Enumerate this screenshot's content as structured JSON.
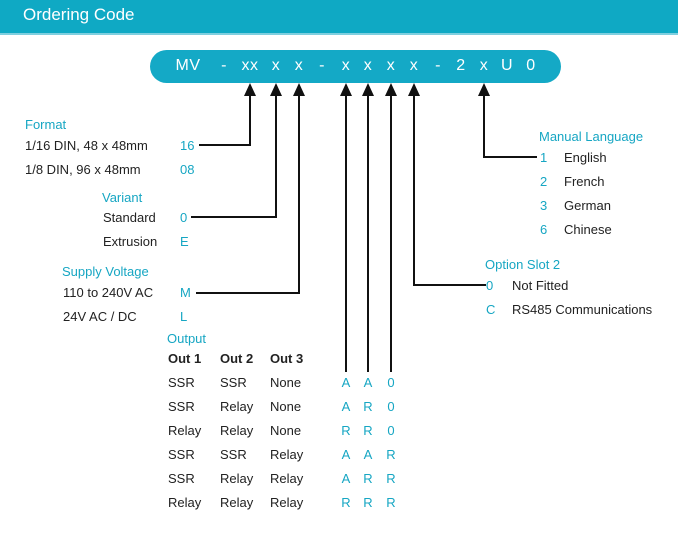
{
  "header": {
    "title": "Ordering Code"
  },
  "code_segments": [
    "MV",
    "-",
    "xx",
    "x",
    "x",
    "-",
    "x",
    "x",
    "x",
    "x",
    "-",
    "2",
    "x",
    "U",
    "0"
  ],
  "format": {
    "heading": "Format",
    "options": [
      {
        "label": "1/16 DIN, 48 x 48mm",
        "code": "16"
      },
      {
        "label": "1/8 DIN, 96 x 48mm",
        "code": "08"
      }
    ]
  },
  "variant": {
    "heading": "Variant",
    "options": [
      {
        "label": "Standard",
        "code": "0"
      },
      {
        "label": "Extrusion",
        "code": "E"
      }
    ]
  },
  "supply_voltage": {
    "heading": "Supply Voltage",
    "options": [
      {
        "label": "110 to 240V AC",
        "code": "M"
      },
      {
        "label": "24V AC / DC",
        "code": "L"
      }
    ]
  },
  "output": {
    "heading": "Output",
    "columns": [
      "Out 1",
      "Out 2",
      "Out 3"
    ],
    "rows": [
      {
        "out1": "SSR",
        "out2": "SSR",
        "out3": "None",
        "codes": [
          "A",
          "A",
          "0"
        ]
      },
      {
        "out1": "SSR",
        "out2": "Relay",
        "out3": "None",
        "codes": [
          "A",
          "R",
          "0"
        ]
      },
      {
        "out1": "Relay",
        "out2": "Relay",
        "out3": "None",
        "codes": [
          "R",
          "R",
          "0"
        ]
      },
      {
        "out1": "SSR",
        "out2": "SSR",
        "out3": "Relay",
        "codes": [
          "A",
          "A",
          "R"
        ]
      },
      {
        "out1": "SSR",
        "out2": "Relay",
        "out3": "Relay",
        "codes": [
          "A",
          "R",
          "R"
        ]
      },
      {
        "out1": "Relay",
        "out2": "Relay",
        "out3": "Relay",
        "codes": [
          "R",
          "R",
          "R"
        ]
      }
    ]
  },
  "option_slot_2": {
    "heading": "Option Slot 2",
    "options": [
      {
        "code": "0",
        "label": "Not Fitted"
      },
      {
        "code": "C",
        "label": "RS485 Communications"
      }
    ]
  },
  "manual_language": {
    "heading": "Manual Language",
    "options": [
      {
        "code": "1",
        "label": "English"
      },
      {
        "code": "2",
        "label": "French"
      },
      {
        "code": "3",
        "label": "German"
      },
      {
        "code": "6",
        "label": "Chinese"
      }
    ]
  },
  "colors": {
    "accent": "#0fa9c4",
    "text": "#222222",
    "background": "#ffffff"
  }
}
